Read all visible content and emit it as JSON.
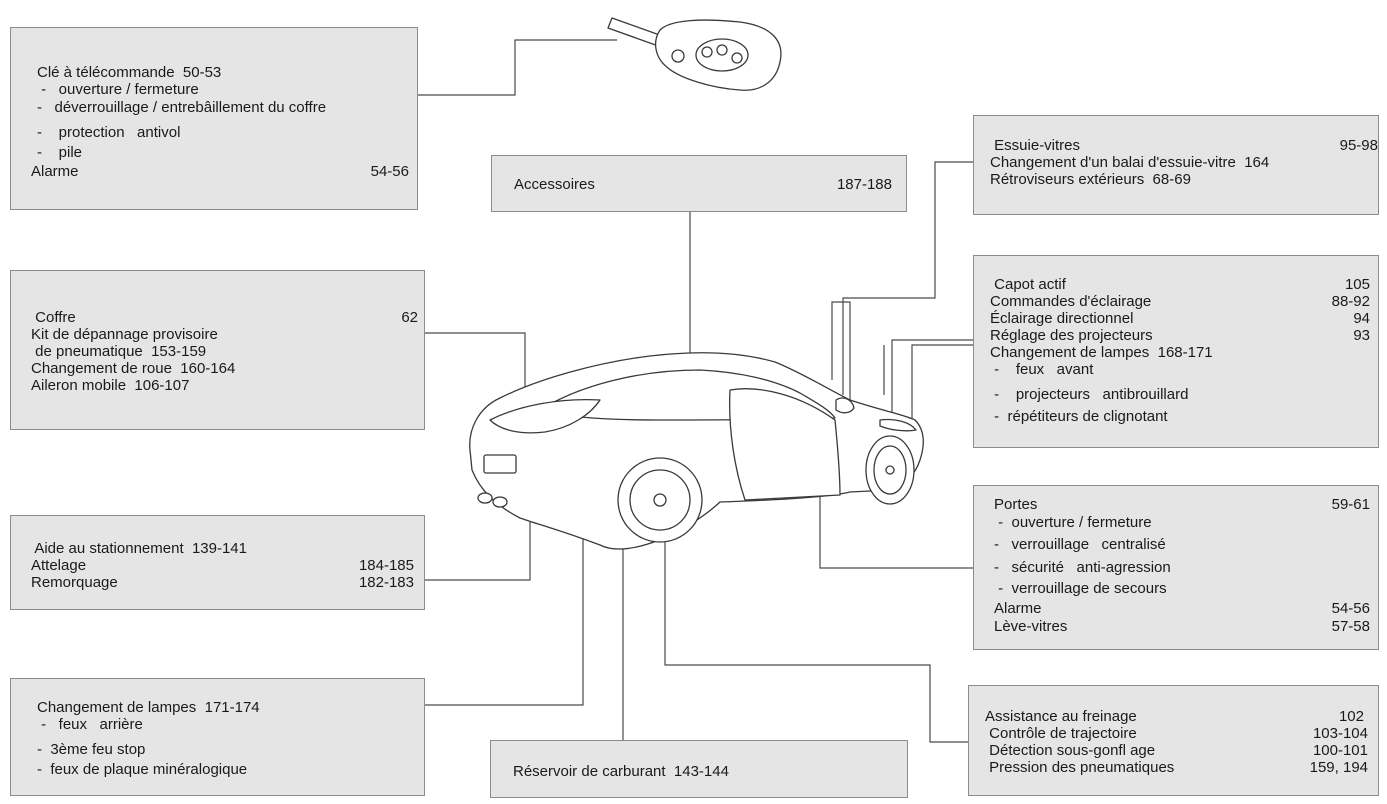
{
  "boxes": {
    "cle": {
      "rows": [
        {
          "text": "Clé à télécommande  50-53",
          "page": ""
        },
        {
          "text": " -   ouverture / fermeture",
          "page": ""
        },
        {
          "text": "-   déverrouillage / entrebâillement du coffre",
          "page": ""
        },
        {
          "text": "-    protection   antivol",
          "page": ""
        },
        {
          "text": "-    pile",
          "page": ""
        },
        {
          "text": "Alarme",
          "page": "54-56"
        }
      ]
    },
    "accessoires": {
      "rows": [
        {
          "text": "Accessoires",
          "page": "187-188"
        }
      ]
    },
    "coffre": {
      "rows": [
        {
          "text": " Coffre",
          "page": "62"
        },
        {
          "text": "Kit de dépannage provisoire",
          "page": ""
        },
        {
          "text": " de pneumatique  153-159",
          "page": ""
        },
        {
          "text": "Changement de roue  160-164",
          "page": ""
        },
        {
          "text": "Aileron mobile  106-107",
          "page": ""
        }
      ]
    },
    "stationnement": {
      "rows": [
        {
          "text": " Aide au stationnement  139-141",
          "page": ""
        },
        {
          "text": "Attelage",
          "page": "184-185"
        },
        {
          "text": "Remorquage",
          "page": "182-183"
        }
      ]
    },
    "lampes_arriere": {
      "rows": [
        {
          "text": "Changement de lampes  171-174",
          "page": ""
        },
        {
          "text": " -   feux   arrière",
          "page": ""
        },
        {
          "text": "-  3ème feu stop",
          "page": ""
        },
        {
          "text": "-  feux de plaque minéralogique",
          "page": ""
        }
      ]
    },
    "reservoir": {
      "rows": [
        {
          "text": "Réservoir de carburant  143-144",
          "page": ""
        }
      ]
    },
    "essuie": {
      "rows": [
        {
          "text": " Essuie-vitres",
          "page": "95-98"
        },
        {
          "text": "Changement d'un balai d'essuie-vitre  164",
          "page": ""
        },
        {
          "text": "Rétroviseurs extérieurs  68-69",
          "page": ""
        }
      ]
    },
    "capot": {
      "rows": [
        {
          "text": " Capot actif",
          "page": "105"
        },
        {
          "text": "Commandes d'éclairage",
          "page": "88-92"
        },
        {
          "text": "Éclairage directionnel",
          "page": "94"
        },
        {
          "text": "Réglage des projecteurs",
          "page": "93"
        },
        {
          "text": "Changement de lampes  168-171",
          "page": ""
        },
        {
          "text": " -    feux   avant",
          "page": ""
        },
        {
          "text": " -    projecteurs   antibrouillard",
          "page": ""
        },
        {
          "text": " -  répétiteurs de clignotant",
          "page": ""
        }
      ]
    },
    "portes": {
      "rows": [
        {
          "text": "Portes",
          "page": "59-61"
        },
        {
          "text": " -  ouverture / fermeture",
          "page": ""
        },
        {
          "text": "-   verrouillage   centralisé",
          "page": ""
        },
        {
          "text": "-   sécurité   anti-agression",
          "page": ""
        },
        {
          "text": " -  verrouillage de secours",
          "page": ""
        },
        {
          "text": "Alarme",
          "page": "54-56"
        },
        {
          "text": "Lève-vitres",
          "page": "57-58"
        }
      ]
    },
    "freinage": {
      "rows": [
        {
          "text": "Assistance au freinage",
          "page": "102"
        },
        {
          "text": " Contrôle de trajectoire",
          "page": "103-104"
        },
        {
          "text": " Détection sous-gonfl age",
          "page": "100-101"
        },
        {
          "text": " Pression des pneumatiques",
          "page": "159, 194"
        }
      ]
    }
  }
}
